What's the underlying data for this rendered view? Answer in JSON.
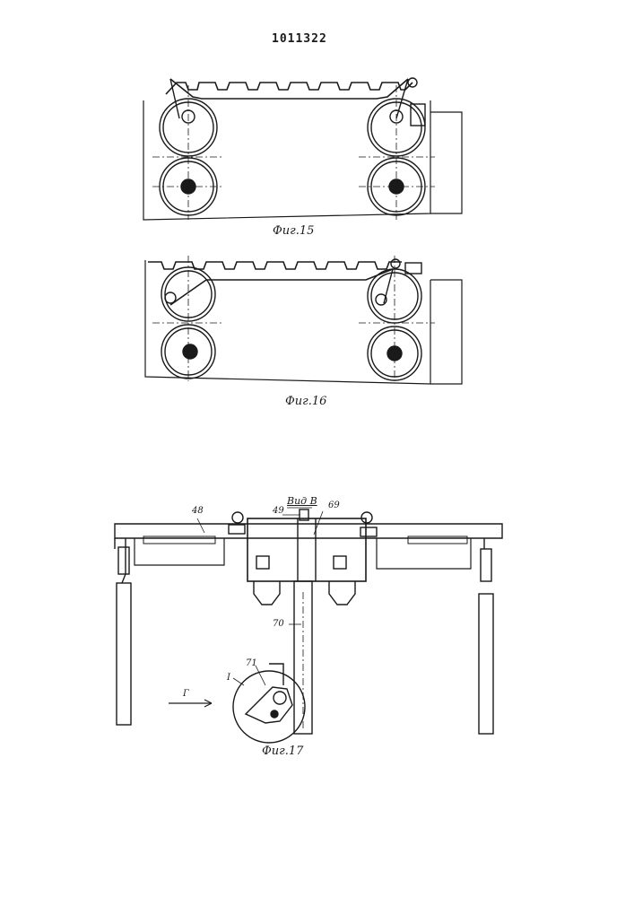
{
  "document": {
    "number": "1011322"
  },
  "figures": {
    "fig15": {
      "caption": "Фиг.15"
    },
    "fig16": {
      "caption": "Фиг.16"
    },
    "fig17": {
      "caption": "Фиг.17",
      "view_label": "Вид В",
      "callouts": [
        "48",
        "49",
        "69",
        "70",
        "71",
        "I"
      ],
      "arrow_label": "Г"
    }
  }
}
